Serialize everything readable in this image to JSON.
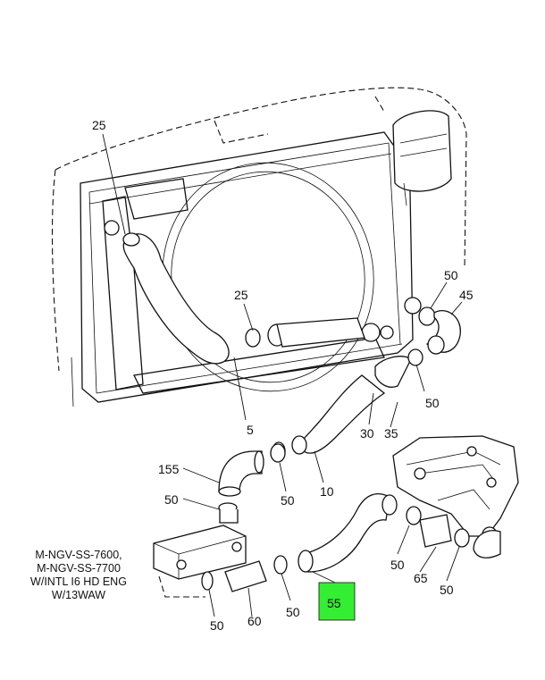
{
  "diagram": {
    "note": [
      "M-NGV-SS-7600,",
      "M-NGV-SS-7700",
      "W/INTL I6 HD ENG",
      "W/13WAW"
    ],
    "callouts": {
      "c25_top": "25",
      "c25_mid": "25",
      "c5": "5",
      "c50_upper_right": "50",
      "c45": "45",
      "c50_right": "50",
      "c30": "30",
      "c35": "35",
      "c155": "155",
      "c50_left": "50",
      "c50_mid": "50",
      "c10": "10",
      "c50_bottom_left": "50",
      "c60": "60",
      "c50_bottom_mid": "50",
      "c55": "55",
      "c50_engine": "50",
      "c65": "65",
      "c50_engine_right": "50"
    },
    "highlight_color": "#33ee33"
  }
}
